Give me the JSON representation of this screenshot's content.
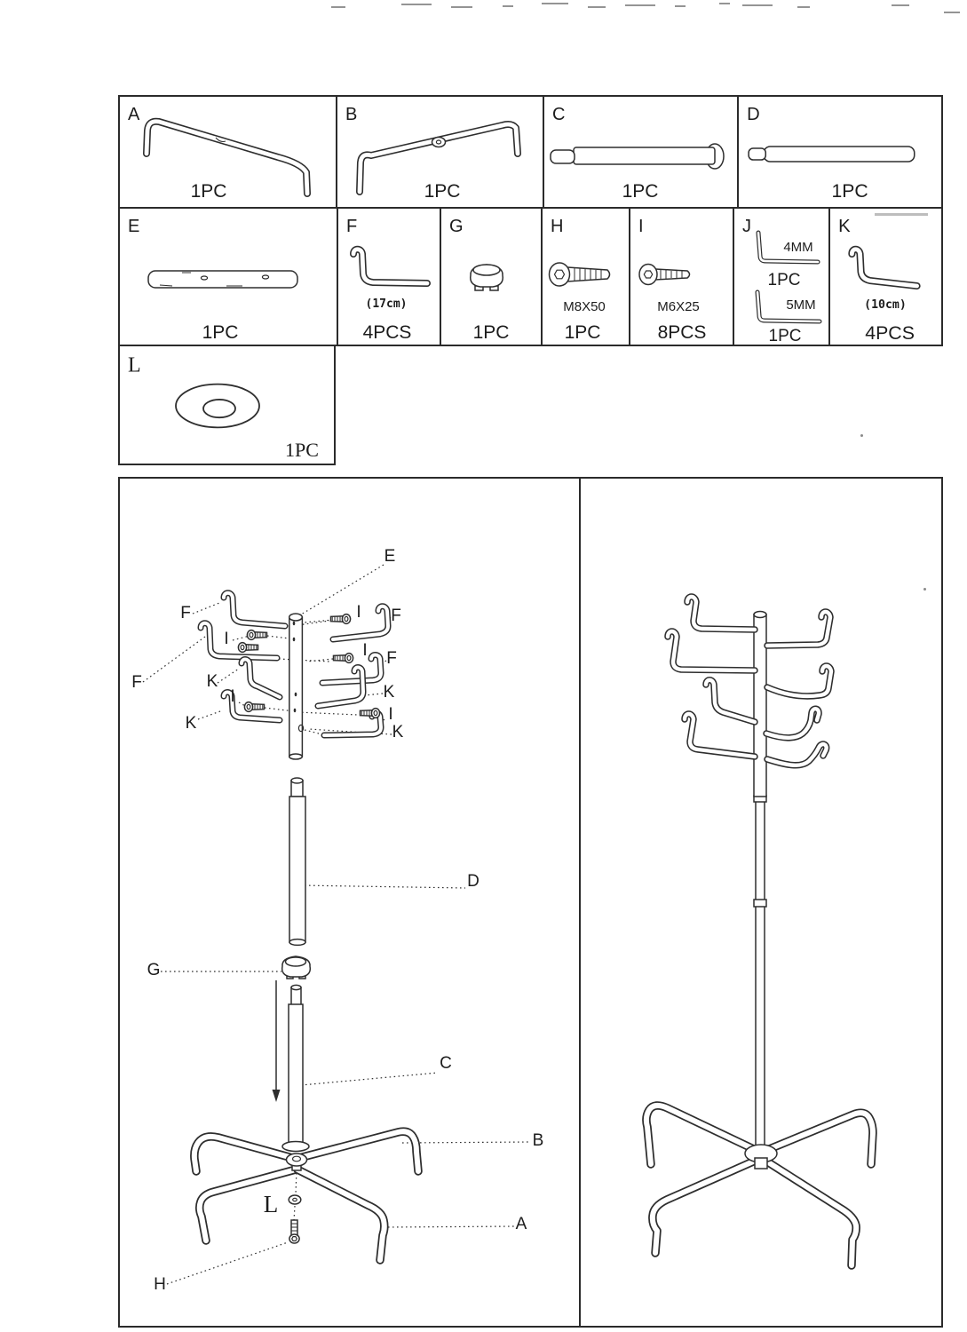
{
  "parts_table": {
    "row1": [
      {
        "letter": "A",
        "qty": "1PC"
      },
      {
        "letter": "B",
        "qty": "1PC"
      },
      {
        "letter": "C",
        "qty": "1PC"
      },
      {
        "letter": "D",
        "qty": "1PC"
      }
    ],
    "row2": [
      {
        "letter": "E",
        "qty": "1PC"
      },
      {
        "letter": "F",
        "size": "(17cm)",
        "qty": "4PCS"
      },
      {
        "letter": "G",
        "qty": "1PC"
      },
      {
        "letter": "H",
        "size": "M8X50",
        "qty": "1PC"
      },
      {
        "letter": "I",
        "size": "M6X25",
        "qty": "8PCS"
      },
      {
        "letter": "J",
        "tools": [
          {
            "size": "4MM",
            "qty": "1PC"
          },
          {
            "size": "5MM",
            "qty": "1PC"
          }
        ]
      },
      {
        "letter": "K",
        "size": "(10cm)",
        "qty": "4PCS"
      }
    ],
    "row3": [
      {
        "letter": "L",
        "qty": "1PC"
      }
    ]
  },
  "diagram_labels": {
    "A": "A",
    "B": "B",
    "C": "C",
    "D": "D",
    "E": "E",
    "F": "F",
    "G": "G",
    "H": "H",
    "I": "I",
    "K": "K",
    "L": "L"
  }
}
